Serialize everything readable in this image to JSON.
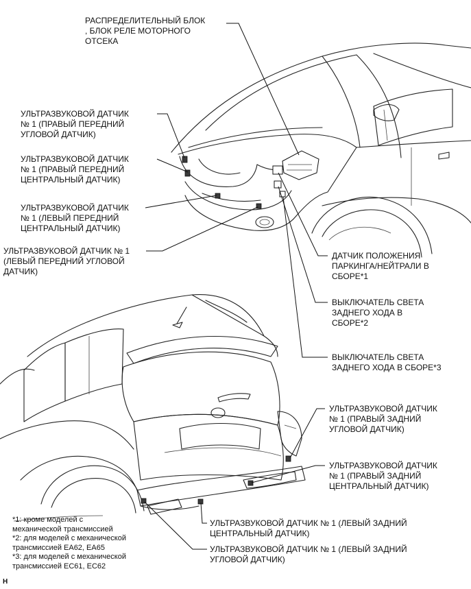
{
  "labels": {
    "junction_block": "РАСПРЕДЕЛИТЕЛЬНЫЙ БЛОК\n, БЛОК РЕЛЕ МОТОРНОГО\nОТСЕКА",
    "front_right_corner": "УЛЬТРАЗВУКОВОЙ ДАТЧИК\n№ 1 (ПРАВЫЙ ПЕРЕДНИЙ\nУГЛОВОЙ ДАТЧИК)",
    "front_right_center": "УЛЬТРАЗВУКОВОЙ ДАТЧИК\n№ 1 (ПРАВЫЙ ПЕРЕДНИЙ\nЦЕНТРАЛЬНЫЙ ДАТЧИК)",
    "front_left_center": "УЛЬТРАЗВУКОВОЙ ДАТЧИК\n№ 1 (ЛЕВЫЙ ПЕРЕДНИЙ\nЦЕНТРАЛЬНЫЙ ДАТЧИК)",
    "front_left_corner": "УЛЬТРАЗВУКОВОЙ ДАТЧИК № 1\n(ЛЕВЫЙ ПЕРЕДНИЙ УГЛОВОЙ\nДАТЧИК)",
    "park_neutral_switch": "ДАТЧИК ПОЛОЖЕНИЯ\nПАРКИНГА/НЕЙТРАЛИ В\nСБОРЕ*1",
    "backup_switch_2": "ВЫКЛЮЧАТЕЛЬ СВЕТА\nЗАДНЕГО ХОДА В\nСБОРЕ*2",
    "backup_switch_3": "ВЫКЛЮЧАТЕЛЬ СВЕТА\nЗАДНЕГО ХОДА В СБОРЕ*3",
    "rear_right_corner": "УЛЬТРАЗВУКОВОЙ ДАТЧИК\n№ 1 (ПРАВЫЙ ЗАДНИЙ\nУГЛОВОЙ ДАТЧИК)",
    "rear_right_center": "УЛЬТРАЗВУКОВОЙ ДАТЧИК\n№ 1 (ПРАВЫЙ ЗАДНИЙ\nЦЕНТРАЛЬНЫЙ ДАТЧИК)",
    "rear_left_center": "УЛЬТРАЗВУКОВОЙ ДАТЧИК № 1 (ЛЕВЫЙ ЗАДНИЙ\nЦЕНТРАЛЬНЫЙ ДАТЧИК)",
    "rear_left_corner": "УЛЬТРАЗВУКОВОЙ ДАТЧИК № 1 (ЛЕВЫЙ ЗАДНИЙ\nУГЛОВОЙ ДАТЧИК)"
  },
  "footnotes": [
    "*1: кроме моделей с",
    "механической трансмиссией",
    "*2: для моделей с механической",
    "трансмиссией EA62, EA65",
    "*3: для моделей с механической",
    "трансмиссией EC61, EC62"
  ],
  "figure_ref": "H"
}
